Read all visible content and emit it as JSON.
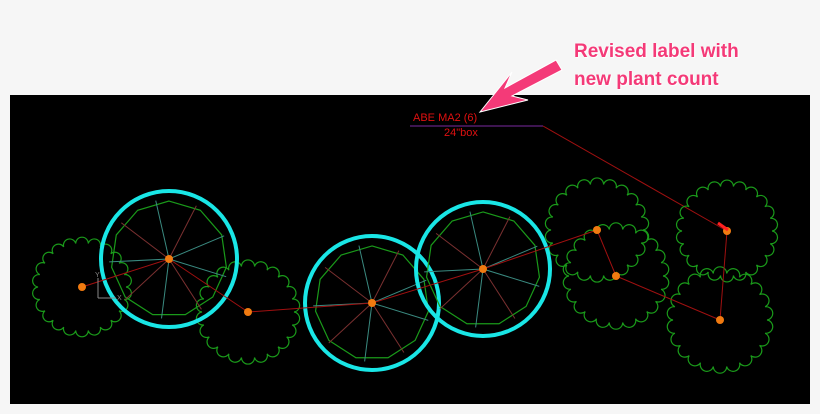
{
  "callout": {
    "line1": "Revised label with",
    "line2": "new plant count",
    "color": "#f43a78"
  },
  "plant_label": {
    "name": "ABE MA2 (6)",
    "size": "24\"box",
    "color": "#e01010"
  },
  "colors": {
    "canvas": "#000000",
    "highlight_circle": "#19e6e6",
    "plant_outline": "#1a9a1a",
    "center_dot": "#f07a10",
    "leader": "#a01010"
  },
  "ucs_icon": {
    "x_label": "X",
    "y_label": "Y"
  }
}
